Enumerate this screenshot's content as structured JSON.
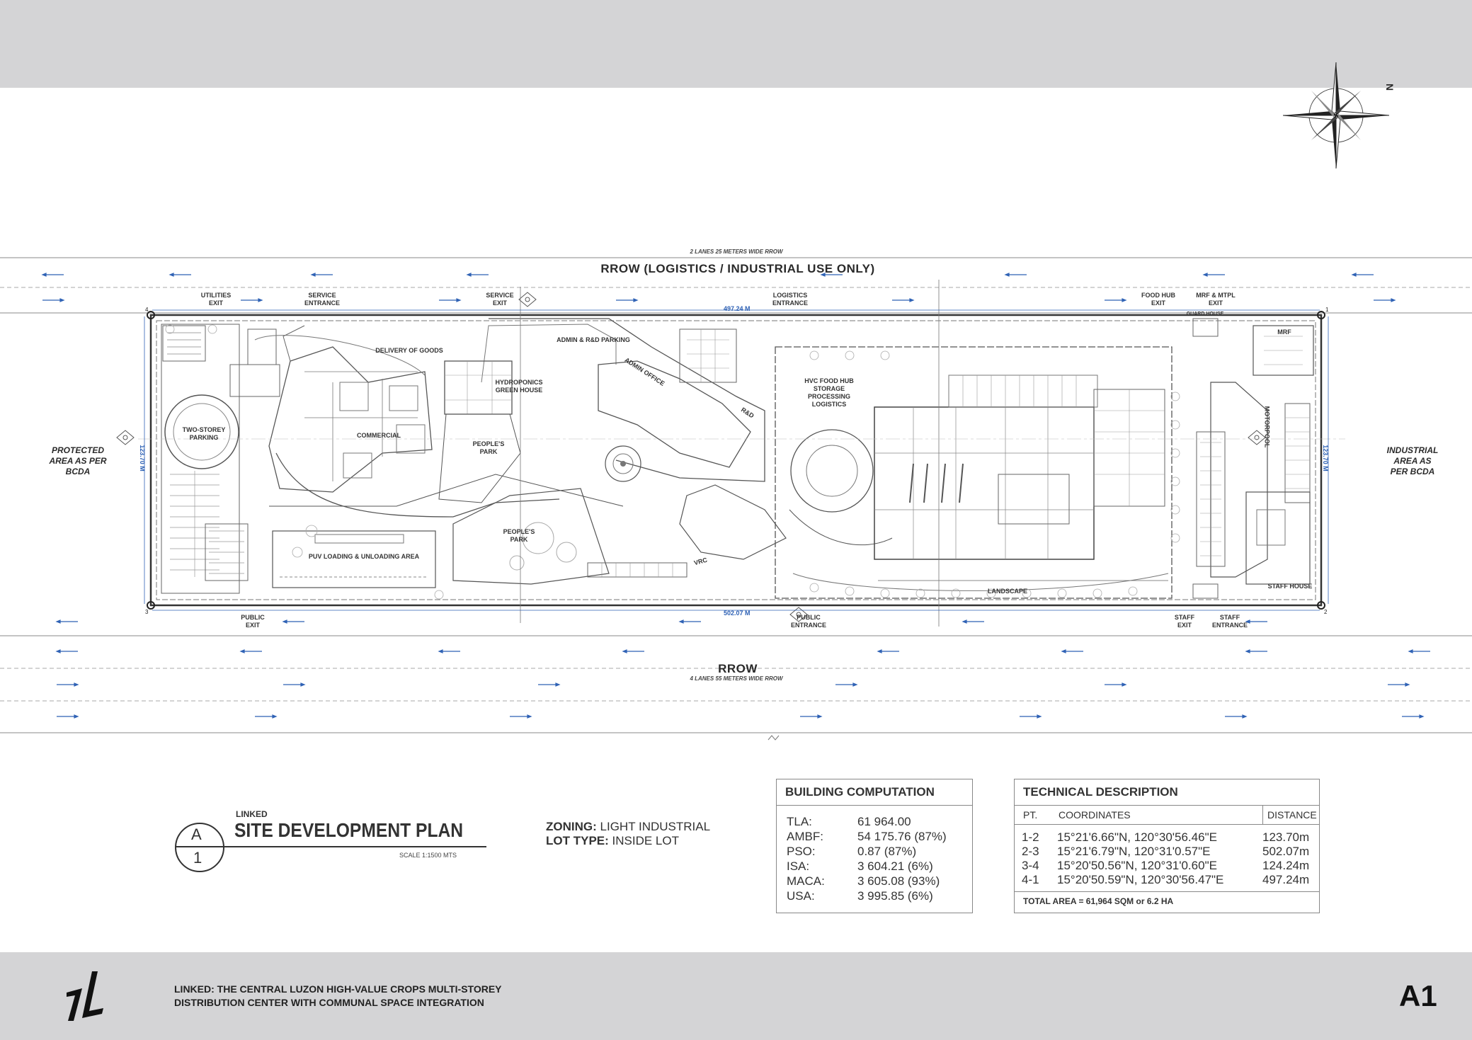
{
  "compass": {
    "north_label": "N"
  },
  "roads": {
    "top_sub": "2 LANES 25 METERS WIDE RROW",
    "top_title": "RROW (LOGISTICS / INDUSTRIAL USE ONLY)",
    "bottom_title": "RROW",
    "bottom_sub": "4 LANES 55 METERS WIDE RROW"
  },
  "sides": {
    "left": "PROTECTED\nAREA AS PER\nBCDA",
    "right": "INDUSTRIAL\nAREA AS\nPER BCDA"
  },
  "access_top": [
    {
      "text": "UTILITIES\nEXIT"
    },
    {
      "text": "SERVICE\nENTRANCE"
    },
    {
      "text": "SERVICE\nEXIT"
    },
    {
      "text": "LOGISTICS\nENTRANCE"
    },
    {
      "text": "FOOD HUB\nEXIT"
    },
    {
      "text": "MRF & MTPL\nEXIT"
    }
  ],
  "access_bottom": [
    {
      "text": "PUBLIC\nEXIT"
    },
    {
      "text": "PUBLIC\nENTRANCE"
    },
    {
      "text": "STAFF\nEXIT"
    },
    {
      "text": "STAFF\nENTRANCE"
    }
  ],
  "zones": {
    "delivery": "DELIVERY OF GOODS",
    "admin_parking": "ADMIN & R&D PARKING",
    "hydroponics": "HYDROPONICS\nGREEN HOUSE",
    "commercial": "COMMERCIAL",
    "peoples_park_1": "PEOPLE'S\nPARK",
    "peoples_park_2": "PEOPLE'S\nPARK",
    "two_storey": "TWO-STOREY\nPARKING",
    "puv": "PUV LOADING & UNLOADING AREA",
    "hvc": "HVC FOOD HUB\nSTORAGE\nPROCESSING\nLOGISTICS",
    "admin_office": "ADMIN OFFICE",
    "rnd": "R&D",
    "vrc": "VRC",
    "landscape": "LANDSCAPE",
    "motorpool": "MOTORPOOL",
    "mrf": "MRF",
    "staff_house": "STAFF HOUSE",
    "guard_house": "GUARD HOUSE"
  },
  "dimensions": {
    "top": "497.24 M",
    "bottom": "502.07 M",
    "left": "123.70 M",
    "right": "123.70 M"
  },
  "points": [
    "1",
    "2",
    "3",
    "4"
  ],
  "title_block": {
    "circle_top": "A",
    "circle_bottom": "1",
    "small": "LINKED",
    "title": "SITE DEVELOPMENT PLAN",
    "scale": "SCALE 1:1500 MTS"
  },
  "zoning": {
    "zoning_label": "ZONING:",
    "zoning_value": "LIGHT INDUSTRIAL",
    "lot_label": "LOT TYPE:",
    "lot_value": "INSIDE LOT"
  },
  "building_computation": {
    "title": "BUILDING COMPUTATION",
    "rows": [
      {
        "k": "TLA:",
        "v": "61 964.00"
      },
      {
        "k": "AMBF:",
        "v": "54 175.76 (87%)"
      },
      {
        "k": "PSO:",
        "v": "0.87 (87%)"
      },
      {
        "k": "ISA:",
        "v": "3 604.21 (6%)"
      },
      {
        "k": "MACA:",
        "v": "3 605.08 (93%)"
      },
      {
        "k": "USA:",
        "v": "3 995.85 (6%)"
      }
    ]
  },
  "technical_description": {
    "title": "TECHNICAL DESCRIPTION",
    "headers": [
      "PT.",
      "COORDINATES",
      "DISTANCE"
    ],
    "rows": [
      {
        "pt": "1-2",
        "coord": "15°21'6.66\"N, 120°30'56.46\"E",
        "dist": "123.70m"
      },
      {
        "pt": "2-3",
        "coord": "15°21'6.79\"N, 120°31'0.57\"E",
        "dist": "502.07m"
      },
      {
        "pt": "3-4",
        "coord": "15°20'50.56\"N, 120°31'0.60\"E",
        "dist": "124.24m"
      },
      {
        "pt": "4-1",
        "coord": "15°20'50.59\"N, 120°30'56.47\"E",
        "dist": "497.24m"
      }
    ],
    "total": "TOTAL AREA = 61,964 SQM or 6.2 HA"
  },
  "footer": {
    "project": "LINKED: THE CENTRAL LUZON HIGH-VALUE CROPS MULTI-STOREY\nDISTRIBUTION CENTER WITH COMMUNAL SPACE INTEGRATION",
    "sheet": "A1"
  },
  "colors": {
    "band": "#d4d4d6",
    "dimension_blue": "#2f62b5",
    "line": "#555555"
  }
}
